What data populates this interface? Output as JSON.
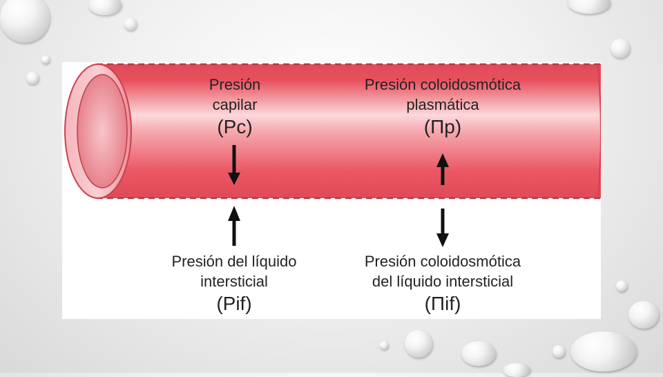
{
  "diagram": {
    "colors": {
      "vessel_red": "#e8505d",
      "vessel_light": "#f6b6bd",
      "arrow": "#111111"
    },
    "labels": {
      "top_left": {
        "line1": "Presión",
        "line2": "capilar",
        "symbol": "(Pc)"
      },
      "top_right": {
        "line1": "Presión coloidosmótica",
        "line2": "plasmática",
        "symbol": "(Πp)"
      },
      "bottom_left": {
        "line1": "Presión del líquido",
        "line2": "intersticial",
        "symbol": "(Pif)"
      },
      "bottom_right": {
        "line1": "Presión coloidosmótica",
        "line2": "del líquido intersticial",
        "symbol": "(Πif)"
      }
    },
    "arrows": {
      "top_left": "down",
      "top_right": "up",
      "bottom_left": "up",
      "bottom_right": "down"
    }
  }
}
